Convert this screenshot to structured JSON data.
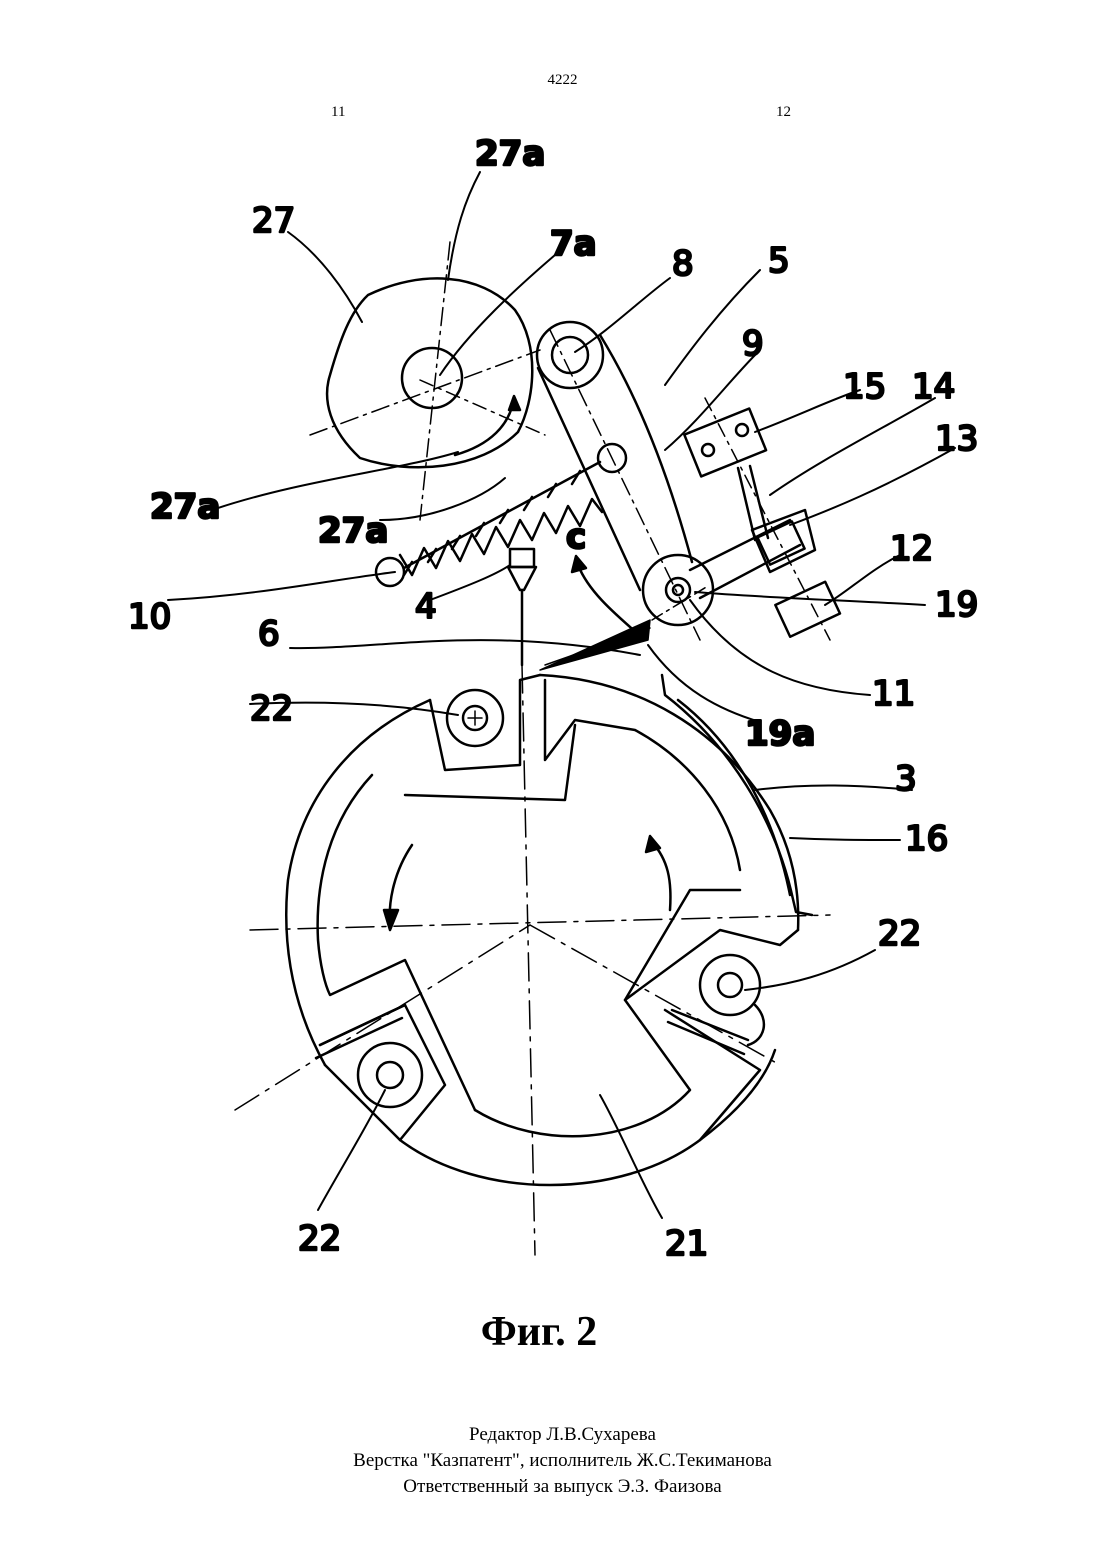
{
  "header": {
    "doc_number": "4222",
    "col_left": "11",
    "col_right": "12"
  },
  "figure": {
    "labels": {
      "l27a_top": "27a",
      "l27": "27",
      "l7a": "7a",
      "l8": "8",
      "l5": "5",
      "l9": "9",
      "l15": "15",
      "l14": "14",
      "l13": "13",
      "l27a_left": "27a",
      "l27a_mid": "27a",
      "lc": "c",
      "l12": "12",
      "l19": "19",
      "l10": "10",
      "l4": "4",
      "l6": "6",
      "l11": "11",
      "l22_top": "22",
      "l19a": "19a",
      "l3": "3",
      "l16": "16",
      "l22_right": "22",
      "l22_left": "22",
      "l21": "21"
    }
  },
  "caption": "Фиг. 2",
  "footer": {
    "line1": "Редактор Л.В.Сухарева",
    "line2": "Верстка  \"Казпатент\",  исполнитель  Ж.С.Текиманова",
    "line3": "Ответственный  за выпуск  Э.З. Фаизова"
  }
}
